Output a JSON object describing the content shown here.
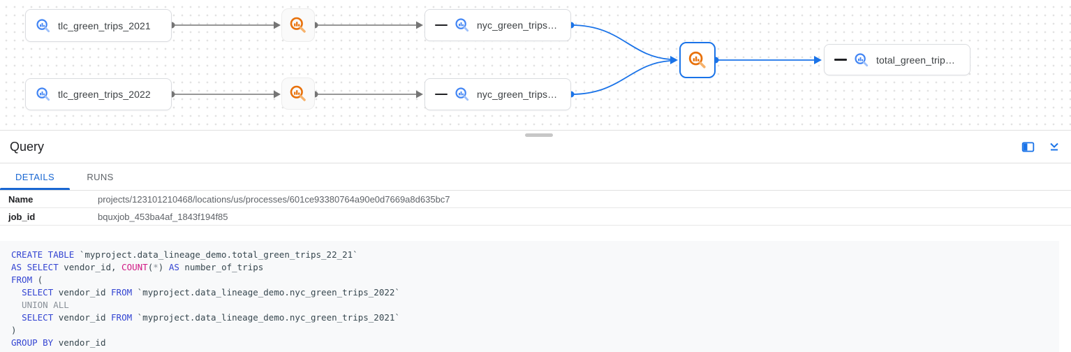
{
  "graph": {
    "nodes": {
      "tlc2021": "tlc_green_trips_2021",
      "tlc2022": "tlc_green_trips_2022",
      "nyc_top": "nyc_green_trips…",
      "nyc_bottom": "nyc_green_trips…",
      "total": "total_green_trip…"
    },
    "icons": {
      "table_icon": "bigquery-table-icon",
      "process_icon": "bigquery-process-icon",
      "collapse_minus_icon": "remove-icon"
    }
  },
  "panel": {
    "title": "Query",
    "tabs": [
      {
        "label": "DETAILS",
        "active": true
      },
      {
        "label": "RUNS",
        "active": false
      }
    ],
    "fields": [
      {
        "label": "Name",
        "value": "projects/123101210468/locations/us/processes/601ce93380764a90e0d7669a8d635bc7"
      },
      {
        "label": "job_id",
        "value": "bquxjob_453ba4af_1843f194f85"
      }
    ],
    "header_icons": [
      {
        "name": "dock-side-icon"
      },
      {
        "name": "collapse-panel-icon"
      }
    ]
  },
  "sql": {
    "lines": [
      [
        {
          "t": "CREATE TABLE",
          "c": "kw"
        },
        {
          "t": " `myproject.data_lineage_demo.total_green_trips_22_21`",
          "c": "id"
        }
      ],
      [
        {
          "t": "AS SELECT",
          "c": "kw"
        },
        {
          "t": " vendor_id, ",
          "c": "id"
        },
        {
          "t": "COUNT",
          "c": "fn"
        },
        {
          "t": "(",
          "c": "id"
        },
        {
          "t": "*",
          "c": "cm"
        },
        {
          "t": ") ",
          "c": "id"
        },
        {
          "t": "AS",
          "c": "kw"
        },
        {
          "t": " number_of_trips",
          "c": "id"
        }
      ],
      [
        {
          "t": "FROM",
          "c": "kw"
        },
        {
          "t": " (",
          "c": "id"
        }
      ],
      [
        {
          "t": "  ",
          "c": "id"
        },
        {
          "t": "SELECT",
          "c": "kw"
        },
        {
          "t": " vendor_id ",
          "c": "id"
        },
        {
          "t": "FROM",
          "c": "kw"
        },
        {
          "t": " `myproject.data_lineage_demo.nyc_green_trips_2022`",
          "c": "id"
        }
      ],
      [
        {
          "t": "  UNION ALL",
          "c": "cm"
        }
      ],
      [
        {
          "t": "  ",
          "c": "id"
        },
        {
          "t": "SELECT",
          "c": "kw"
        },
        {
          "t": " vendor_id ",
          "c": "id"
        },
        {
          "t": "FROM",
          "c": "kw"
        },
        {
          "t": " `myproject.data_lineage_demo.nyc_green_trips_2021`",
          "c": "id"
        }
      ],
      [
        {
          "t": ")",
          "c": "id"
        }
      ],
      [
        {
          "t": "GROUP BY",
          "c": "kw"
        },
        {
          "t": " vendor_id",
          "c": "id"
        }
      ]
    ]
  },
  "colors": {
    "accent_blue": "#1a73e8",
    "tab_active_blue": "#1967d2",
    "edge_gray": "#757575",
    "icon_blue": "#4285f4",
    "icon_orange": "#e8710a",
    "keyword_blue": "#3344d2",
    "function_magenta": "#d01884",
    "code_background": "#f8f9fa"
  }
}
